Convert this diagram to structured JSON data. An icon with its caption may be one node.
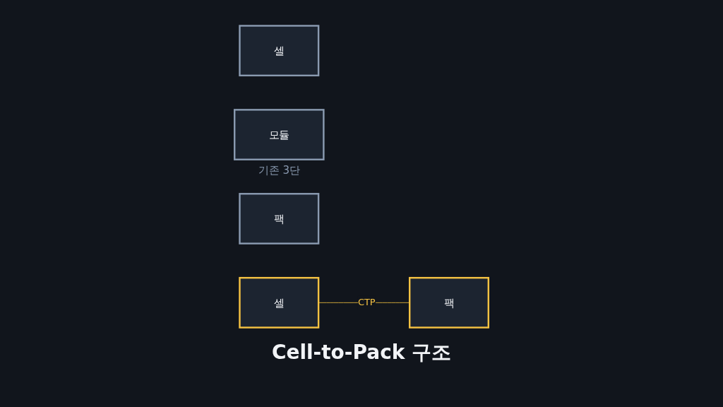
{
  "diagram": {
    "caption": "Cell-to-Pack 구조",
    "nodes": [
      {
        "text": [
          "셀"
        ]
      },
      {
        "text": [
          "모듈"
        ],
        "beside": [
          "기존 3단"
        ]
      },
      {
        "text": [
          "팩"
        ]
      },
      {
        "text": [
          "셀"
        ]
      },
      {
        "text": [
          "팩"
        ]
      }
    ],
    "edges": [
      {
        "from": 3,
        "to": 4,
        "arrow": "none",
        "label": "CTP",
        "color": "#f5c242"
      }
    ]
  }
}
